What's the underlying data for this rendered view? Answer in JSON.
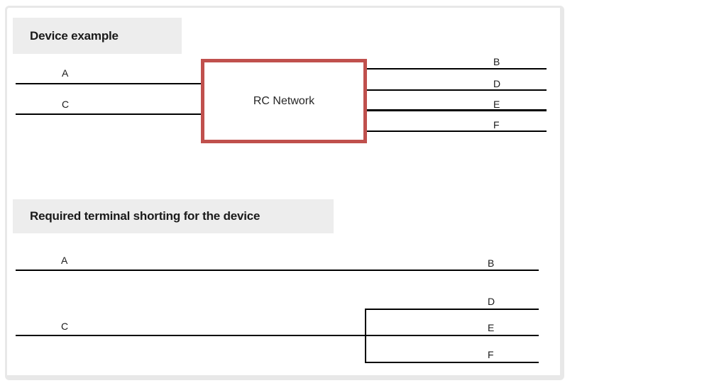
{
  "diagram": {
    "device_example": {
      "heading": "Device example",
      "box_label": "RC Network",
      "left_terminals": [
        "A",
        "C"
      ],
      "right_terminals": [
        "B",
        "D",
        "E",
        "F"
      ]
    },
    "required_shorting": {
      "heading": "Required terminal shorting for the device",
      "left_terminals": [
        "A",
        "C"
      ],
      "right_terminals": [
        "B",
        "D",
        "E",
        "F"
      ],
      "connections": [
        {
          "from": "A",
          "to": "B"
        },
        {
          "from": "C",
          "to": "E"
        }
      ],
      "shorted_group": [
        "D",
        "E",
        "F"
      ]
    },
    "colors": {
      "rc_box_border": "#c0504d",
      "heading_background": "#ededed",
      "line": "#000000",
      "frame_border": "#e8e8e8"
    }
  }
}
